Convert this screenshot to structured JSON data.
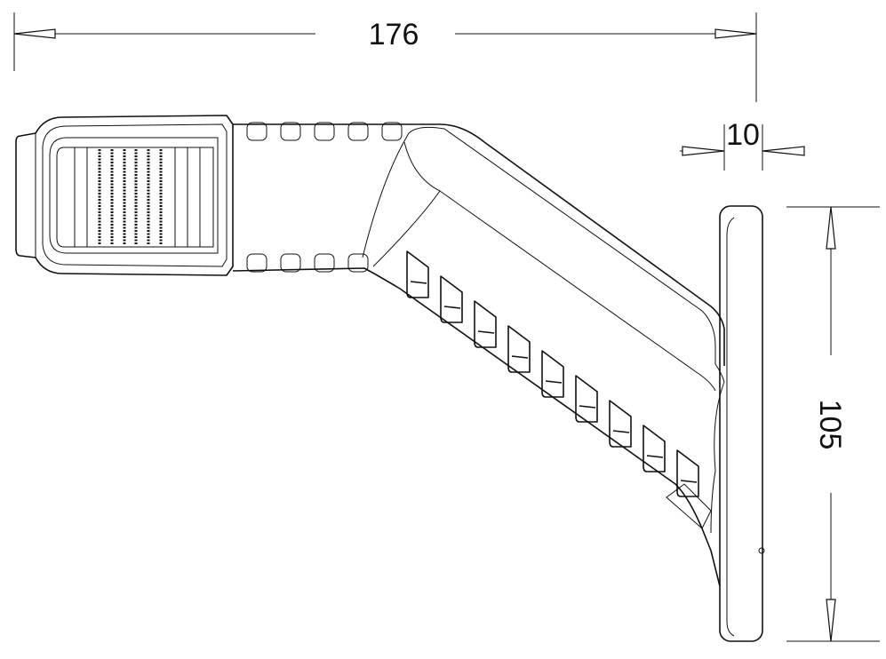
{
  "drawing": {
    "dimensions": {
      "overall_width": "176",
      "base_thickness": "10",
      "base_height": "105"
    },
    "line_color": "#111111",
    "background": "#ffffff"
  }
}
